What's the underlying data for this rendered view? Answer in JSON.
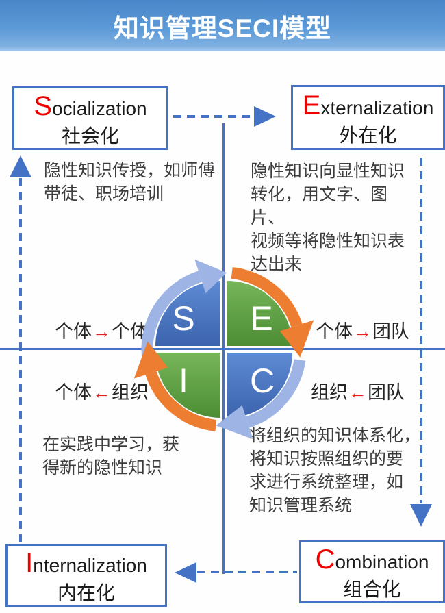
{
  "header": {
    "title": "知识管理SECI模型"
  },
  "quadrants": {
    "socialization": {
      "letter": "S",
      "name_initial": "S",
      "name_rest": "ocialization",
      "name_zh": "社会化",
      "description": "隐性知识传授，如师傅\n带徒、职场培训",
      "flow": {
        "from": "个体",
        "arrow": "→",
        "to": "个体"
      }
    },
    "externalization": {
      "letter": "E",
      "name_initial": "E",
      "name_rest": "xternalization",
      "name_zh": "外在化",
      "description": "隐性知识向显性知识\n转化，用文字、图片、\n视频等将隐性知识表\n达出来",
      "flow": {
        "from": "个体",
        "arrow": "→",
        "to": "团队"
      }
    },
    "combination": {
      "letter": "C",
      "name_initial": "C",
      "name_rest": "ombination",
      "name_zh": "组合化",
      "description": "将组织的知识体系化，\n将知识按照组织的要\n求进行系统整理，如\n知识管理系统",
      "flow": {
        "from": "组织",
        "arrow": "←",
        "to": "团队"
      }
    },
    "internalization": {
      "letter": "I",
      "name_initial": "I",
      "name_rest": "nternalization",
      "name_zh": "内在化",
      "description": "在实践中学习，获\n得新的隐性知识",
      "flow": {
        "from": "个体",
        "arrow": "←",
        "to": "组织"
      }
    }
  },
  "colors": {
    "line_blue": "#4472C4",
    "quadrant_blue": "#4a7ac6",
    "quadrant_green": "#5fa23f",
    "arc_light_blue": "#9db4e4",
    "arc_orange": "#ED7D31",
    "accent_red": "#F10000",
    "header_blue": "#5b99d7"
  }
}
